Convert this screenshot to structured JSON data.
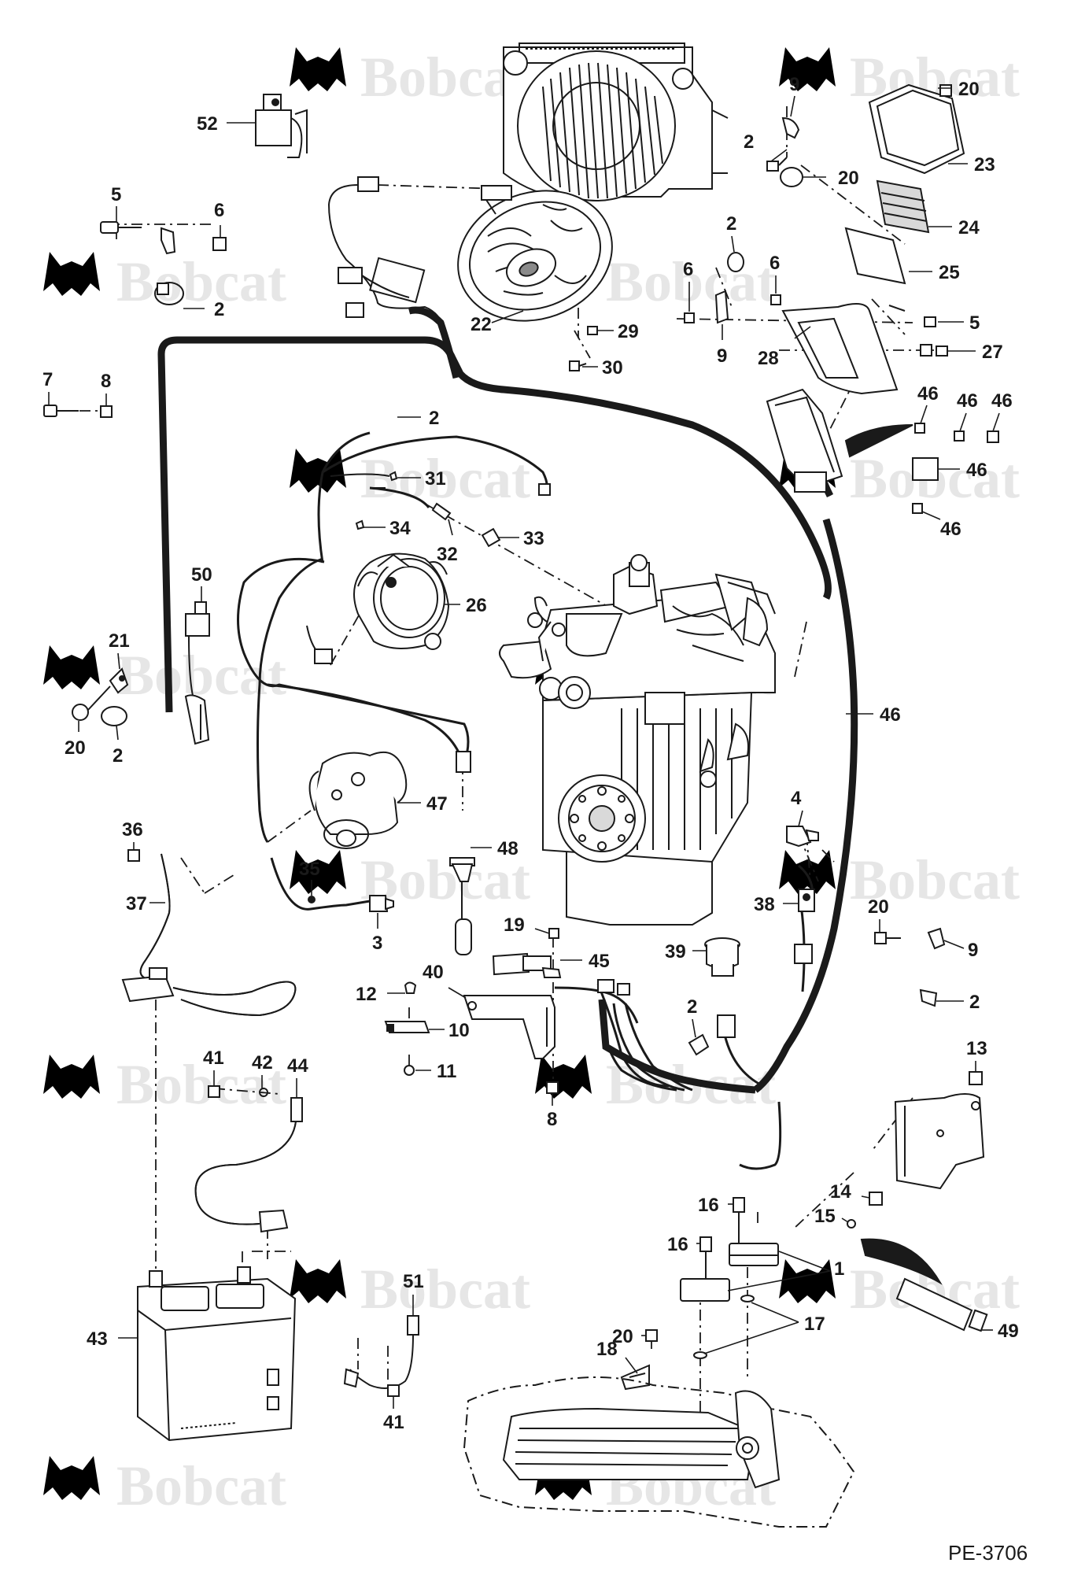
{
  "watermark": {
    "text": "Bobcat"
  },
  "drawing_number": "PE-3706",
  "callouts": [
    {
      "id": "c-52",
      "label": "52"
    },
    {
      "id": "c-5a",
      "label": "5"
    },
    {
      "id": "c-6a",
      "label": "6"
    },
    {
      "id": "c-2a",
      "label": "2"
    },
    {
      "id": "c-7",
      "label": "7"
    },
    {
      "id": "c-8a",
      "label": "8"
    },
    {
      "id": "c-9a",
      "label": "9"
    },
    {
      "id": "c-20a",
      "label": "20"
    },
    {
      "id": "c-2b",
      "label": "2"
    },
    {
      "id": "c-20b",
      "label": "20"
    },
    {
      "id": "c-23",
      "label": "23"
    },
    {
      "id": "c-24",
      "label": "24"
    },
    {
      "id": "c-25",
      "label": "25"
    },
    {
      "id": "c-2c",
      "label": "2"
    },
    {
      "id": "c-6b",
      "label": "6"
    },
    {
      "id": "c-6c",
      "label": "6"
    },
    {
      "id": "c-9b",
      "label": "9"
    },
    {
      "id": "c-5b",
      "label": "5"
    },
    {
      "id": "c-27",
      "label": "27"
    },
    {
      "id": "c-28",
      "label": "28"
    },
    {
      "id": "c-22",
      "label": "22"
    },
    {
      "id": "c-29",
      "label": "29"
    },
    {
      "id": "c-30",
      "label": "30"
    },
    {
      "id": "c-2d",
      "label": "2"
    },
    {
      "id": "c-46a",
      "label": "46"
    },
    {
      "id": "c-46b",
      "label": "46"
    },
    {
      "id": "c-46c",
      "label": "46"
    },
    {
      "id": "c-46d",
      "label": "46"
    },
    {
      "id": "c-46e",
      "label": "46"
    },
    {
      "id": "c-31",
      "label": "31"
    },
    {
      "id": "c-34",
      "label": "34"
    },
    {
      "id": "c-32",
      "label": "32"
    },
    {
      "id": "c-33",
      "label": "33"
    },
    {
      "id": "c-26",
      "label": "26"
    },
    {
      "id": "c-50",
      "label": "50"
    },
    {
      "id": "c-21",
      "label": "21"
    },
    {
      "id": "c-20c",
      "label": "20"
    },
    {
      "id": "c-2e",
      "label": "2"
    },
    {
      "id": "c-46f",
      "label": "46"
    },
    {
      "id": "c-47",
      "label": "47"
    },
    {
      "id": "c-48",
      "label": "48"
    },
    {
      "id": "c-4",
      "label": "4"
    },
    {
      "id": "c-36",
      "label": "36"
    },
    {
      "id": "c-37",
      "label": "37"
    },
    {
      "id": "c-35",
      "label": "35"
    },
    {
      "id": "c-3",
      "label": "3"
    },
    {
      "id": "c-38",
      "label": "38"
    },
    {
      "id": "c-19",
      "label": "19"
    },
    {
      "id": "c-45",
      "label": "45"
    },
    {
      "id": "c-39",
      "label": "39"
    },
    {
      "id": "c-20d",
      "label": "20"
    },
    {
      "id": "c-9c",
      "label": "9"
    },
    {
      "id": "c-40",
      "label": "40"
    },
    {
      "id": "c-12",
      "label": "12"
    },
    {
      "id": "c-10",
      "label": "10"
    },
    {
      "id": "c-11",
      "label": "11"
    },
    {
      "id": "c-2f",
      "label": "2"
    },
    {
      "id": "c-2g",
      "label": "2"
    },
    {
      "id": "c-8b",
      "label": "8"
    },
    {
      "id": "c-13",
      "label": "13"
    },
    {
      "id": "c-41a",
      "label": "41"
    },
    {
      "id": "c-42",
      "label": "42"
    },
    {
      "id": "c-44",
      "label": "44"
    },
    {
      "id": "c-14",
      "label": "14"
    },
    {
      "id": "c-16a",
      "label": "16"
    },
    {
      "id": "c-15",
      "label": "15"
    },
    {
      "id": "c-16b",
      "label": "16"
    },
    {
      "id": "c-1",
      "label": "1"
    },
    {
      "id": "c-43",
      "label": "43"
    },
    {
      "id": "c-51",
      "label": "51"
    },
    {
      "id": "c-20e",
      "label": "20"
    },
    {
      "id": "c-17",
      "label": "17"
    },
    {
      "id": "c-49",
      "label": "49"
    },
    {
      "id": "c-18",
      "label": "18"
    },
    {
      "id": "c-41b",
      "label": "41"
    }
  ]
}
